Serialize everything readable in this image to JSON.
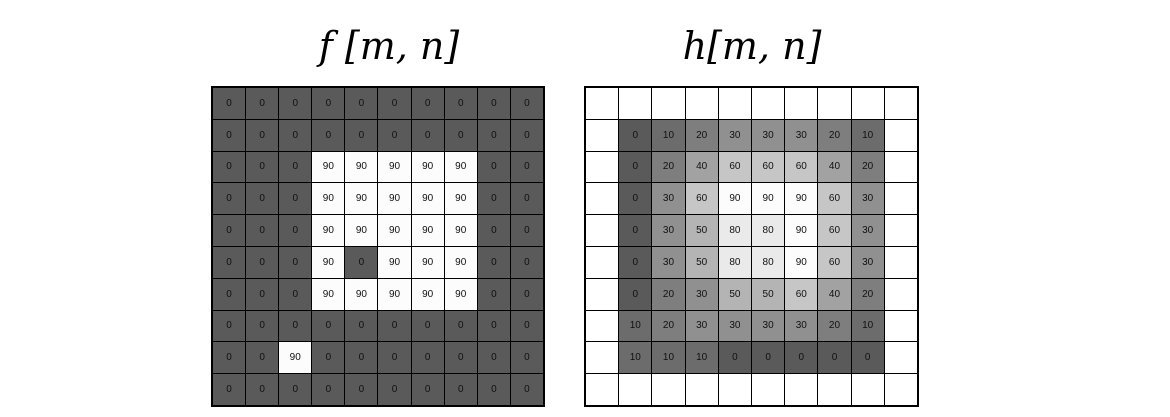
{
  "titles": {
    "f": "f [m, n]",
    "h": "h[m, n]"
  },
  "colors": {
    "dark": "#5a5a5a",
    "white": "#ffffff",
    "grid_line": "#000000"
  },
  "f_grid": [
    [
      "0",
      "0",
      "0",
      "0",
      "0",
      "0",
      "0",
      "0",
      "0",
      "0"
    ],
    [
      "0",
      "0",
      "0",
      "0",
      "0",
      "0",
      "0",
      "0",
      "0",
      "0"
    ],
    [
      "0",
      "0",
      "0",
      "90",
      "90",
      "90",
      "90",
      "90",
      "0",
      "0"
    ],
    [
      "0",
      "0",
      "0",
      "90",
      "90",
      "90",
      "90",
      "90",
      "0",
      "0"
    ],
    [
      "0",
      "0",
      "0",
      "90",
      "90",
      "90",
      "90",
      "90",
      "0",
      "0"
    ],
    [
      "0",
      "0",
      "0",
      "90",
      "0",
      "90",
      "90",
      "90",
      "0",
      "0"
    ],
    [
      "0",
      "0",
      "0",
      "90",
      "90",
      "90",
      "90",
      "90",
      "0",
      "0"
    ],
    [
      "0",
      "0",
      "0",
      "0",
      "0",
      "0",
      "0",
      "0",
      "0",
      "0"
    ],
    [
      "0",
      "0",
      "90",
      "0",
      "0",
      "0",
      "0",
      "0",
      "0",
      "0"
    ],
    [
      "0",
      "0",
      "0",
      "0",
      "0",
      "0",
      "0",
      "0",
      "0",
      "0"
    ]
  ],
  "h_grid": [
    [
      "",
      "",
      "",
      "",
      "",
      "",
      "",
      "",
      "",
      ""
    ],
    [
      "",
      "0",
      "10",
      "20",
      "30",
      "30",
      "30",
      "20",
      "10",
      ""
    ],
    [
      "",
      "0",
      "20",
      "40",
      "60",
      "60",
      "60",
      "40",
      "20",
      ""
    ],
    [
      "",
      "0",
      "30",
      "60",
      "90",
      "90",
      "90",
      "60",
      "30",
      ""
    ],
    [
      "",
      "0",
      "30",
      "50",
      "80",
      "80",
      "90",
      "60",
      "30",
      ""
    ],
    [
      "",
      "0",
      "30",
      "50",
      "80",
      "80",
      "90",
      "60",
      "30",
      ""
    ],
    [
      "",
      "0",
      "20",
      "30",
      "50",
      "50",
      "60",
      "40",
      "20",
      ""
    ],
    [
      "",
      "10",
      "20",
      "30",
      "30",
      "30",
      "30",
      "20",
      "10",
      ""
    ],
    [
      "",
      "10",
      "10",
      "10",
      "0",
      "0",
      "0",
      "0",
      "0",
      ""
    ],
    [
      "",
      "",
      "",
      "",
      "",
      "",
      "",
      "",
      "",
      ""
    ]
  ]
}
